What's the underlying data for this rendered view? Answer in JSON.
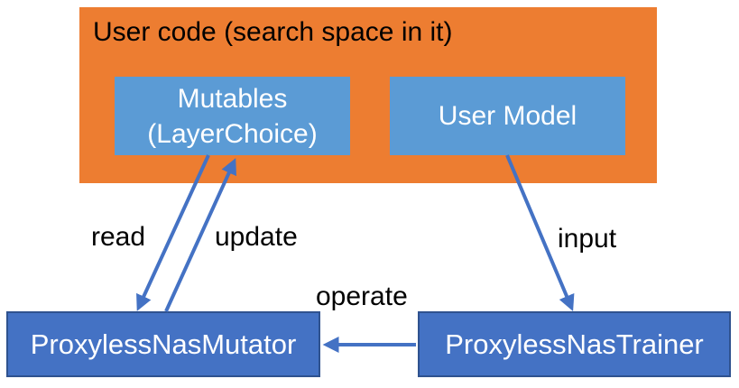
{
  "title": "User code (search space in it)",
  "nodes": {
    "mutables": {
      "line1": "Mutables",
      "line2": "(LayerChoice)"
    },
    "user_model": {
      "label": "User Model"
    },
    "mutator": {
      "label": "ProxylessNasMutator"
    },
    "trainer": {
      "label": "ProxylessNasTrainer"
    }
  },
  "edges": {
    "read": {
      "label": "read"
    },
    "update": {
      "label": "update"
    },
    "input": {
      "label": "input"
    },
    "operate": {
      "label": "operate"
    }
  },
  "colors": {
    "user_code_fill": "#ED7D31",
    "inner_node_fill": "#5B9BD5",
    "bottom_node_fill": "#4472C4",
    "bottom_node_border": "#2F528F",
    "arrow": "#4472C4",
    "text_dark": "#000000",
    "text_light": "#FFFFFF"
  }
}
